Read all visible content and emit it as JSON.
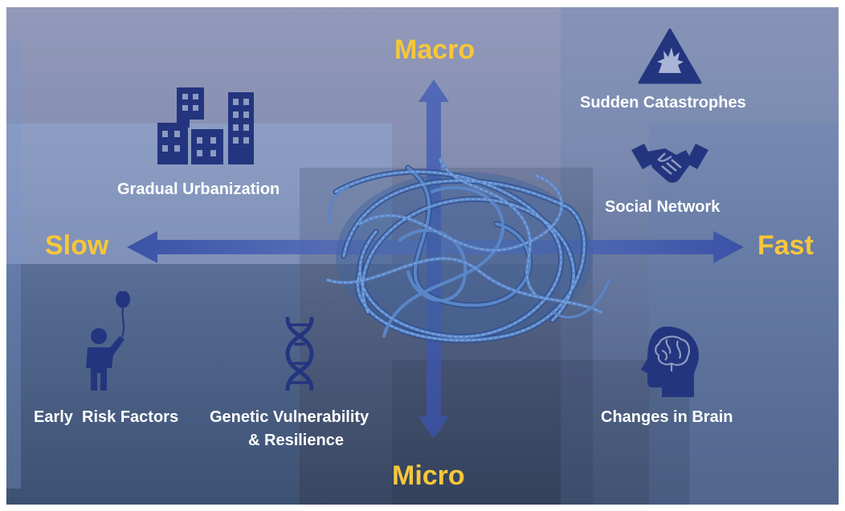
{
  "axes": {
    "top": "Macro",
    "bottom": "Micro",
    "left": "Slow",
    "right": "Fast"
  },
  "items": [
    {
      "label": "Gradual Urbanization",
      "icon": "buildings-icon"
    },
    {
      "label": "Sudden Catastrophes",
      "icon": "warning-explosion-icon"
    },
    {
      "label": "Social Network",
      "icon": "handshake-icon"
    },
    {
      "label": "Early  Risk Factors",
      "icon": "child-balloon-icon"
    },
    {
      "label": "Genetic Vulnerability",
      "label2": "& Resilience",
      "icon": "dna-icon"
    },
    {
      "label": "Changes in Brain",
      "icon": "head-brain-icon"
    }
  ],
  "colors": {
    "axis_label": "#f7c73a",
    "arrow": "#3d55a8",
    "icon": "#24357f",
    "rope": "#4a74b5"
  }
}
